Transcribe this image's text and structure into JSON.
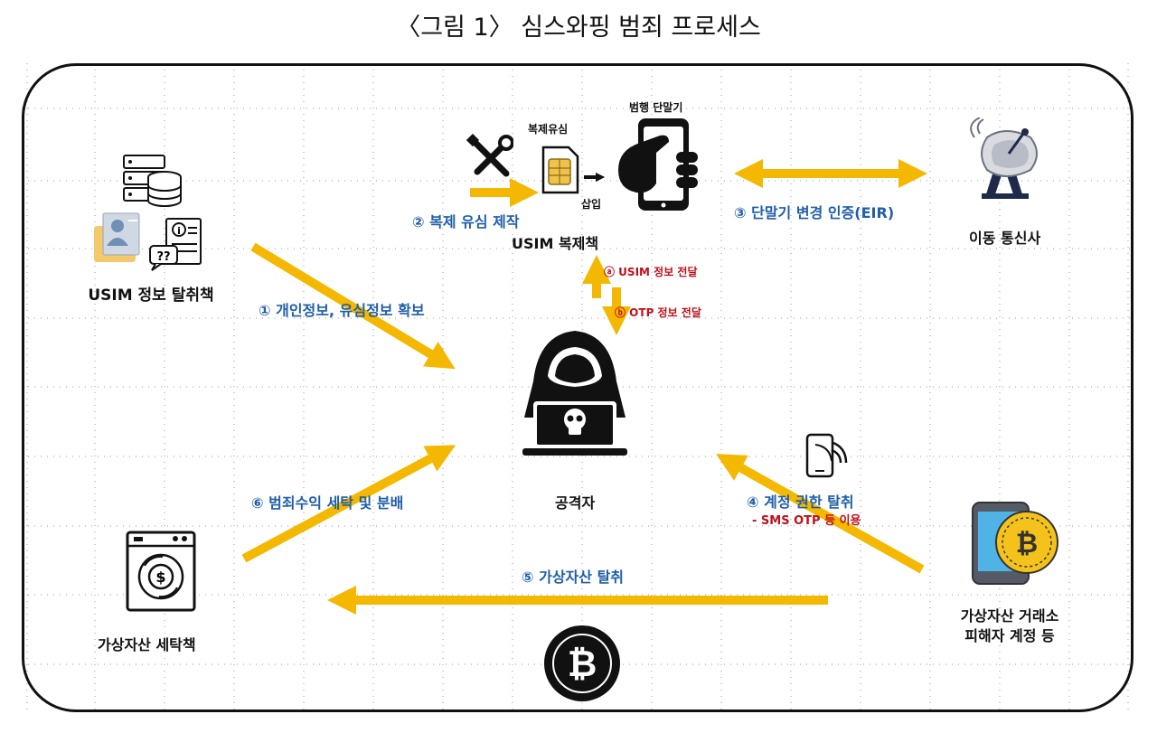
{
  "title": "〈그림 1〉 심스와핑 범죄 프로세스",
  "nodes": {
    "usim_theft": "USIM 정보 탈취책",
    "usim_clone": "USIM 복제책",
    "clone_sim": "복제유심",
    "insert": "삽입",
    "crime_device": "범행 단말기",
    "carrier": "이동 통신사",
    "attacker": "공격자",
    "launderer": "가상자산 세탁책",
    "exchange_line1": "가상자산 거래소",
    "exchange_line2": "피해자 계정 등"
  },
  "steps": {
    "s1": "① 개인정보, 유심정보 확보",
    "s2": "② 복제 유심 제작",
    "s3": "③ 단말기 변경 인증(EIR)",
    "s4": "④ 계정 권한 탈취",
    "s4_sub": "- SMS OTP 등 이용",
    "s5": "⑤ 가상자산 탈취",
    "s6": "⑥ 범죄수익 세탁 및 분배",
    "sa": "ⓐ USIM 정보 전달",
    "sb": "ⓑ OTP 정보 전달"
  },
  "colors": {
    "arrow": "#f5b800",
    "blue": "#1f5ea8",
    "red": "#c0101a"
  }
}
